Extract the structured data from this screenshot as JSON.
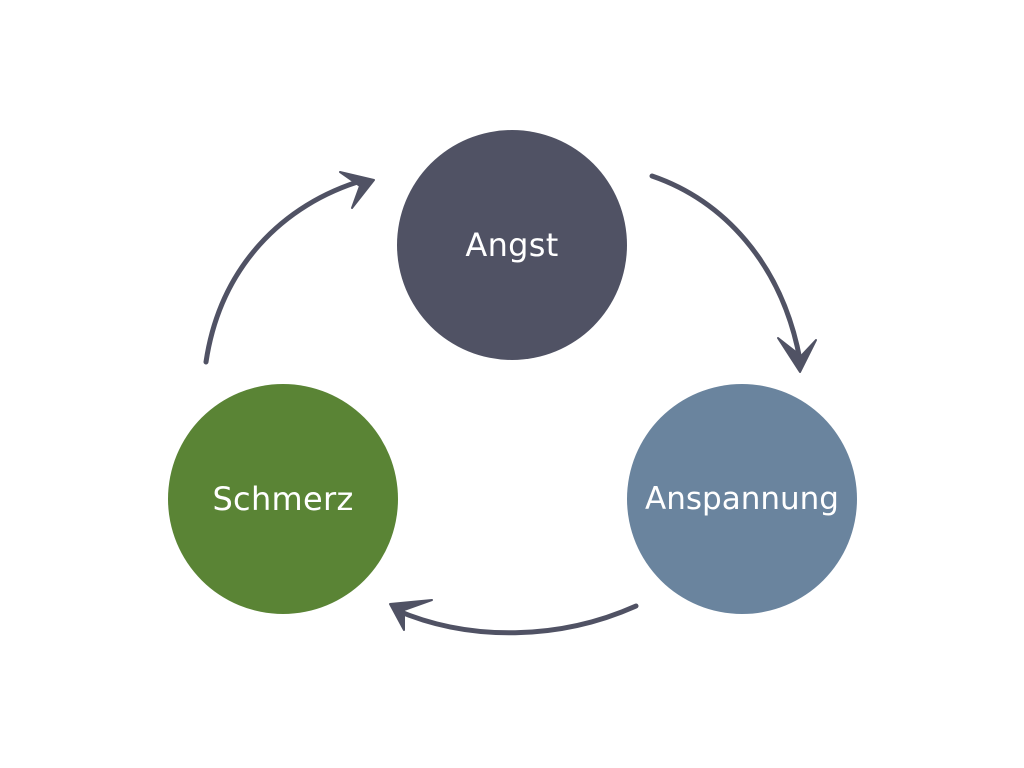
{
  "diagram": {
    "nodes": [
      {
        "id": "angst",
        "label": "Angst",
        "color": "#505264"
      },
      {
        "id": "anspannung",
        "label": "Anspannung",
        "color": "#6a849e"
      },
      {
        "id": "schmerz",
        "label": "Schmerz",
        "color": "#5a8435"
      }
    ],
    "arrow_color": "#505264",
    "edges": [
      {
        "from": "angst",
        "to": "anspannung"
      },
      {
        "from": "anspannung",
        "to": "schmerz"
      },
      {
        "from": "schmerz",
        "to": "angst"
      }
    ]
  }
}
